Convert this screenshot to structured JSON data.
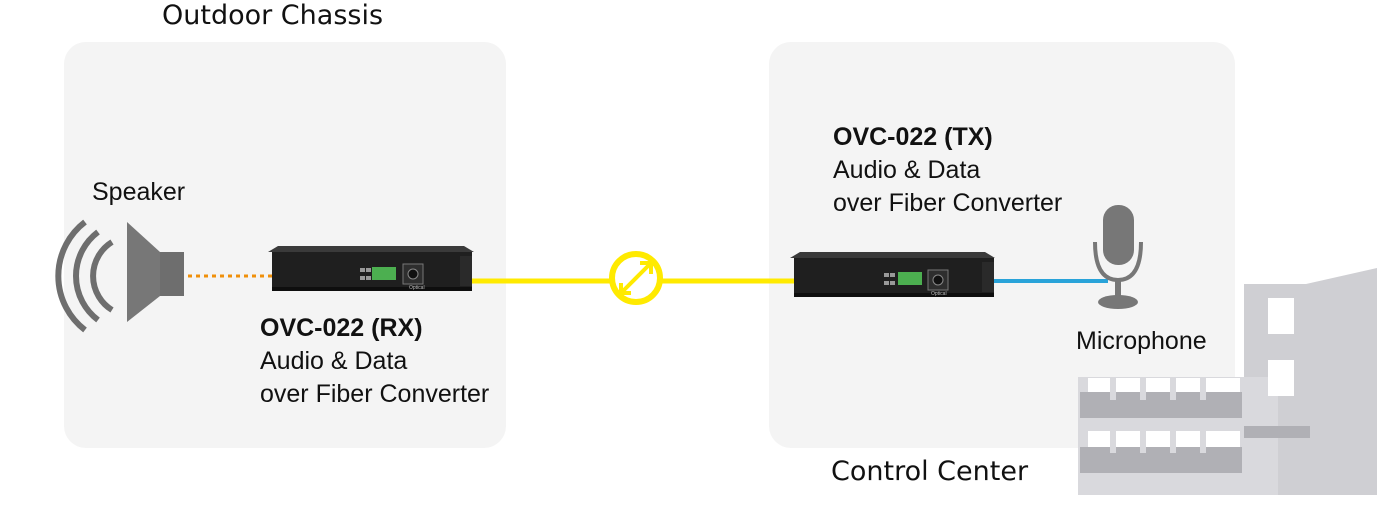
{
  "outdoor": {
    "title": "Outdoor Chassis"
  },
  "control": {
    "title": "Control Center"
  },
  "speaker": {
    "label": "Speaker"
  },
  "microphone": {
    "label": "Microphone"
  },
  "rx": {
    "model": "OVC-022 (RX)",
    "line1": "Audio & Data",
    "line2": "over Fiber Converter"
  },
  "tx": {
    "model": "OVC-022 (TX)",
    "line1": "Audio & Data",
    "line2": "over Fiber Converter"
  },
  "device": {
    "port_label": "Optical"
  },
  "colors": {
    "fiber": "#ffea00",
    "audio_out": "#f0900a",
    "audio_in": "#29a3d9",
    "panel": "#f4f4f4",
    "building": "#cfcfd3"
  }
}
